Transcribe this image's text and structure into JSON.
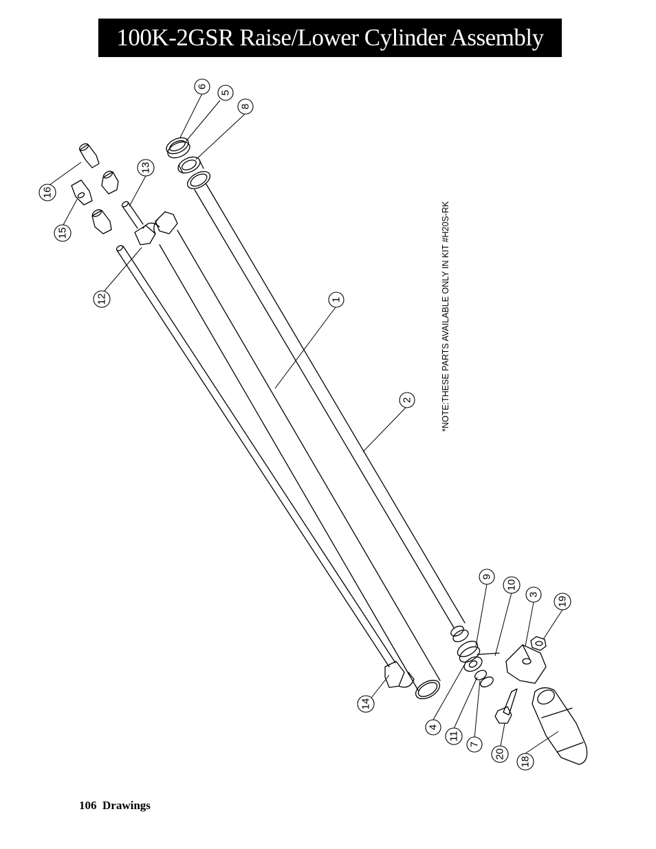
{
  "title": "100K-2GSR Raise/Lower Cylinder Assembly",
  "note": "*NOTE:THESE PARTS AVAILABLE ONLY IN KIT #H20S-RK",
  "footer": "106  Drawings",
  "callouts": {
    "c1": "1",
    "c2": "2",
    "c3": "3",
    "c4": "4",
    "c5": "5",
    "c6": "6",
    "c7": "7",
    "c8": "8",
    "c9": "9",
    "c10": "10",
    "c11": "11",
    "c12": "12",
    "c13": "13",
    "c14": "14",
    "c15": "15",
    "c16": "16",
    "c18": "18",
    "c19": "19",
    "c20": "20"
  }
}
